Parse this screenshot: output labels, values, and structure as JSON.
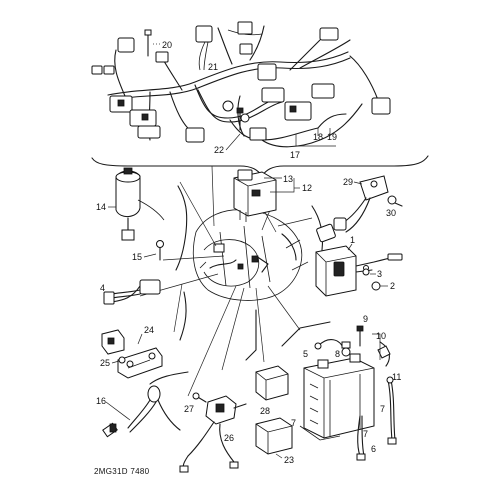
{
  "diagram": {
    "callouts": {
      "c1": "1",
      "c2": "2",
      "c3": "3",
      "c4": "4",
      "c5": "5",
      "c6": "6",
      "c7": "7",
      "c7b": "7",
      "c7c": "7",
      "c8": "8",
      "c9": "9",
      "c10": "10",
      "c11": "11",
      "c12": "12",
      "c13": "13",
      "c14": "14",
      "c15": "15",
      "c16": "16",
      "c17": "17",
      "c18": "18",
      "c19": "19",
      "c20": "20",
      "c21": "21",
      "c22": "22",
      "c23": "23",
      "c24": "24",
      "c25": "25",
      "c26": "26",
      "c27": "27",
      "c28": "28",
      "c29": "29",
      "c30": "30"
    },
    "drawing_code": "2MG31D 7480"
  },
  "colors": {
    "ink": "#1a1a1a",
    "paper": "#ffffff"
  }
}
